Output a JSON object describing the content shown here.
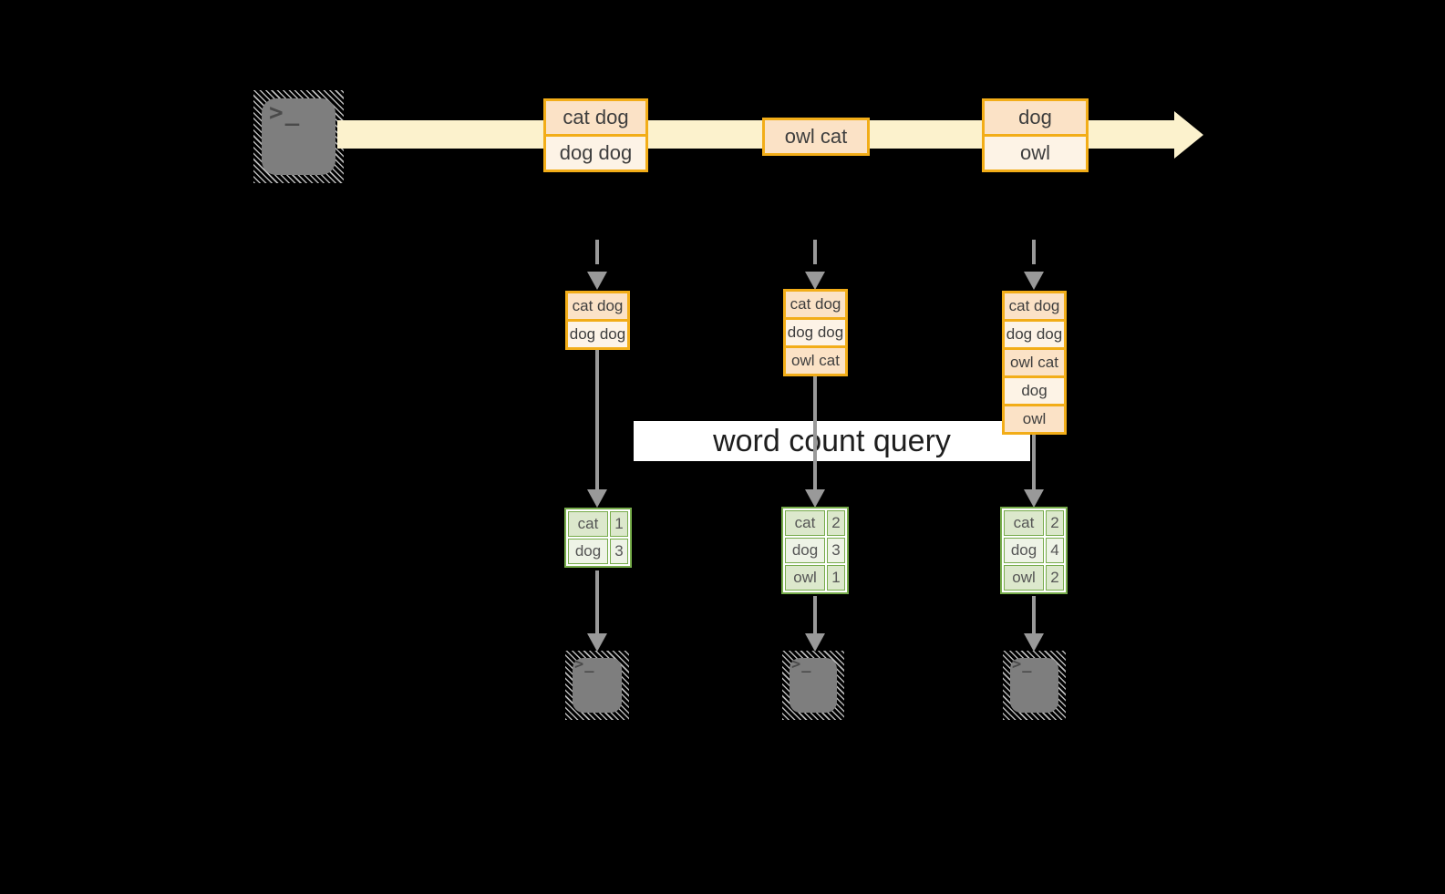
{
  "prompt_glyph": ">_",
  "query_label": "word count query",
  "stream_boxes": [
    {
      "rows": [
        "cat dog",
        "dog dog"
      ]
    },
    {
      "rows": [
        "owl cat"
      ]
    },
    {
      "rows": [
        "dog",
        "owl"
      ]
    }
  ],
  "state_stacks": [
    {
      "rows": [
        "cat dog",
        "dog dog"
      ]
    },
    {
      "rows": [
        "cat dog",
        "dog dog",
        "owl cat"
      ]
    },
    {
      "rows": [
        "cat dog",
        "dog dog",
        "owl cat",
        "dog",
        "owl"
      ]
    }
  ],
  "count_tables": [
    {
      "rows": [
        {
          "word": "cat",
          "count": "1"
        },
        {
          "word": "dog",
          "count": "3"
        }
      ]
    },
    {
      "rows": [
        {
          "word": "cat",
          "count": "2"
        },
        {
          "word": "dog",
          "count": "3"
        },
        {
          "word": "owl",
          "count": "1"
        }
      ]
    },
    {
      "rows": [
        {
          "word": "cat",
          "count": "2"
        },
        {
          "word": "dog",
          "count": "4"
        },
        {
          "word": "owl",
          "count": "2"
        }
      ]
    }
  ],
  "colors": {
    "background": "#000000",
    "stream": "#fcf2cd",
    "event_border": "#f2ad18",
    "event_fill_dark": "#fbe2c6",
    "event_fill_light": "#fdf3e6",
    "table_border": "#76ab4a",
    "table_fill_dark": "#dce8cc",
    "table_fill_light": "#eef3e6",
    "connector": "#999999",
    "terminal": "#7e7e7e"
  }
}
